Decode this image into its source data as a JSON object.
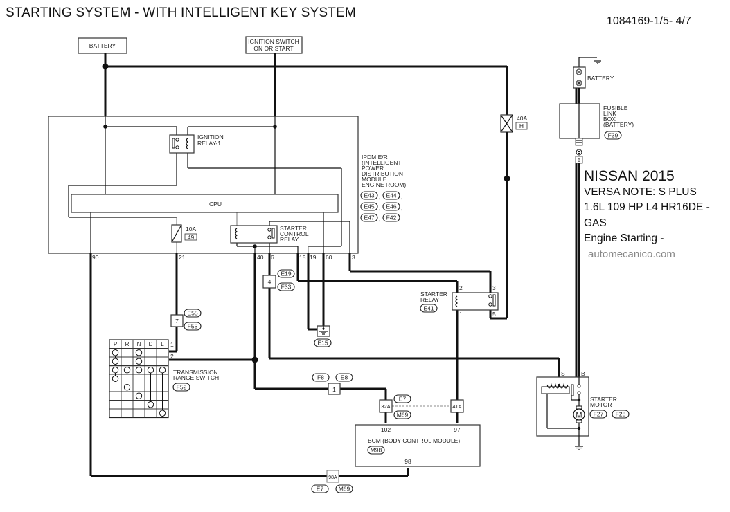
{
  "title": "STARTING SYSTEM - WITH INTELLIGENT KEY SYSTEM",
  "doc_id": "1084169-1/5- 4/7",
  "vehicle": {
    "make_year": "NISSAN 2015",
    "model": "VERSA NOTE: S PLUS",
    "engine": "1.6L 109 HP L4 HR16DE - GAS",
    "section": "Engine Starting -",
    "site": "automecanico.com"
  },
  "labels": {
    "battery_top": "BATTERY",
    "ign_switch_1": "IGNITION SWITCH",
    "ign_switch_2": "ON OR START",
    "ign_relay_1": "IGNITION",
    "ign_relay_2": "RELAY-1",
    "cpu": "CPU",
    "fuse_10a": "10A",
    "fuse_10a_no": "49",
    "scr_1": "STARTER",
    "scr_2": "CONTROL",
    "scr_3": "RELAY",
    "ipdm": [
      "IPDM E/R",
      "(INTELLIGENT",
      "POWER",
      "DISTRIBUTION",
      "MODULE",
      "ENGINE ROOM)"
    ],
    "ipdm_conns": [
      "E43",
      "E44",
      "E45",
      "E46",
      "E47",
      "F42"
    ],
    "fuse_40a": "40A",
    "fuse_40a_no": "H",
    "battery_right": "BATTERY",
    "fusible": [
      "FUSIBLE",
      "LINK",
      "BOX",
      "(BATTERY)"
    ],
    "fusible_conn": "F39",
    "fusible_term": "6",
    "starter_relay_1": "STARTER",
    "starter_relay_2": "RELAY",
    "starter_relay_conn": "E41",
    "tr_switch_1": "TRANSMISSION",
    "tr_switch_2": "RANGE SWITCH",
    "tr_switch_conn": "F52",
    "tr_positions": [
      "P",
      "R",
      "N",
      "D",
      "L"
    ],
    "bcm": "BCM (BODY CONTROL MODULE)",
    "bcm_conn": "M98",
    "starter_motor_1": "STARTER",
    "starter_motor_2": "MOTOR",
    "starter_motor_conns": [
      "F27",
      "F28"
    ],
    "motor_symbol": "M",
    "term_s": "S",
    "term_b": "B"
  },
  "ipdm_pins": [
    "90",
    "21",
    "40",
    "6",
    "15",
    "19",
    "60",
    "3"
  ],
  "starter_relay_pins": [
    "2",
    "3",
    "1",
    "5"
  ],
  "tr_pins": [
    "1",
    "2"
  ],
  "bcm_pins": [
    "102",
    "97",
    "98"
  ],
  "joints": {
    "j4": {
      "no": "4",
      "conns": [
        "E19",
        "F33"
      ]
    },
    "j7": {
      "no": "7",
      "conns": [
        "E55",
        "F55"
      ]
    },
    "j1": {
      "no": "1",
      "conns": [
        "F8",
        "E8"
      ]
    },
    "j32a": {
      "no": "32A",
      "conns": [
        "E7",
        "M69"
      ]
    },
    "j41a": {
      "no": "41A"
    },
    "j98a": {
      "no": "98A",
      "conns": [
        "E7",
        "M69"
      ]
    }
  },
  "ground_conn": "E15"
}
